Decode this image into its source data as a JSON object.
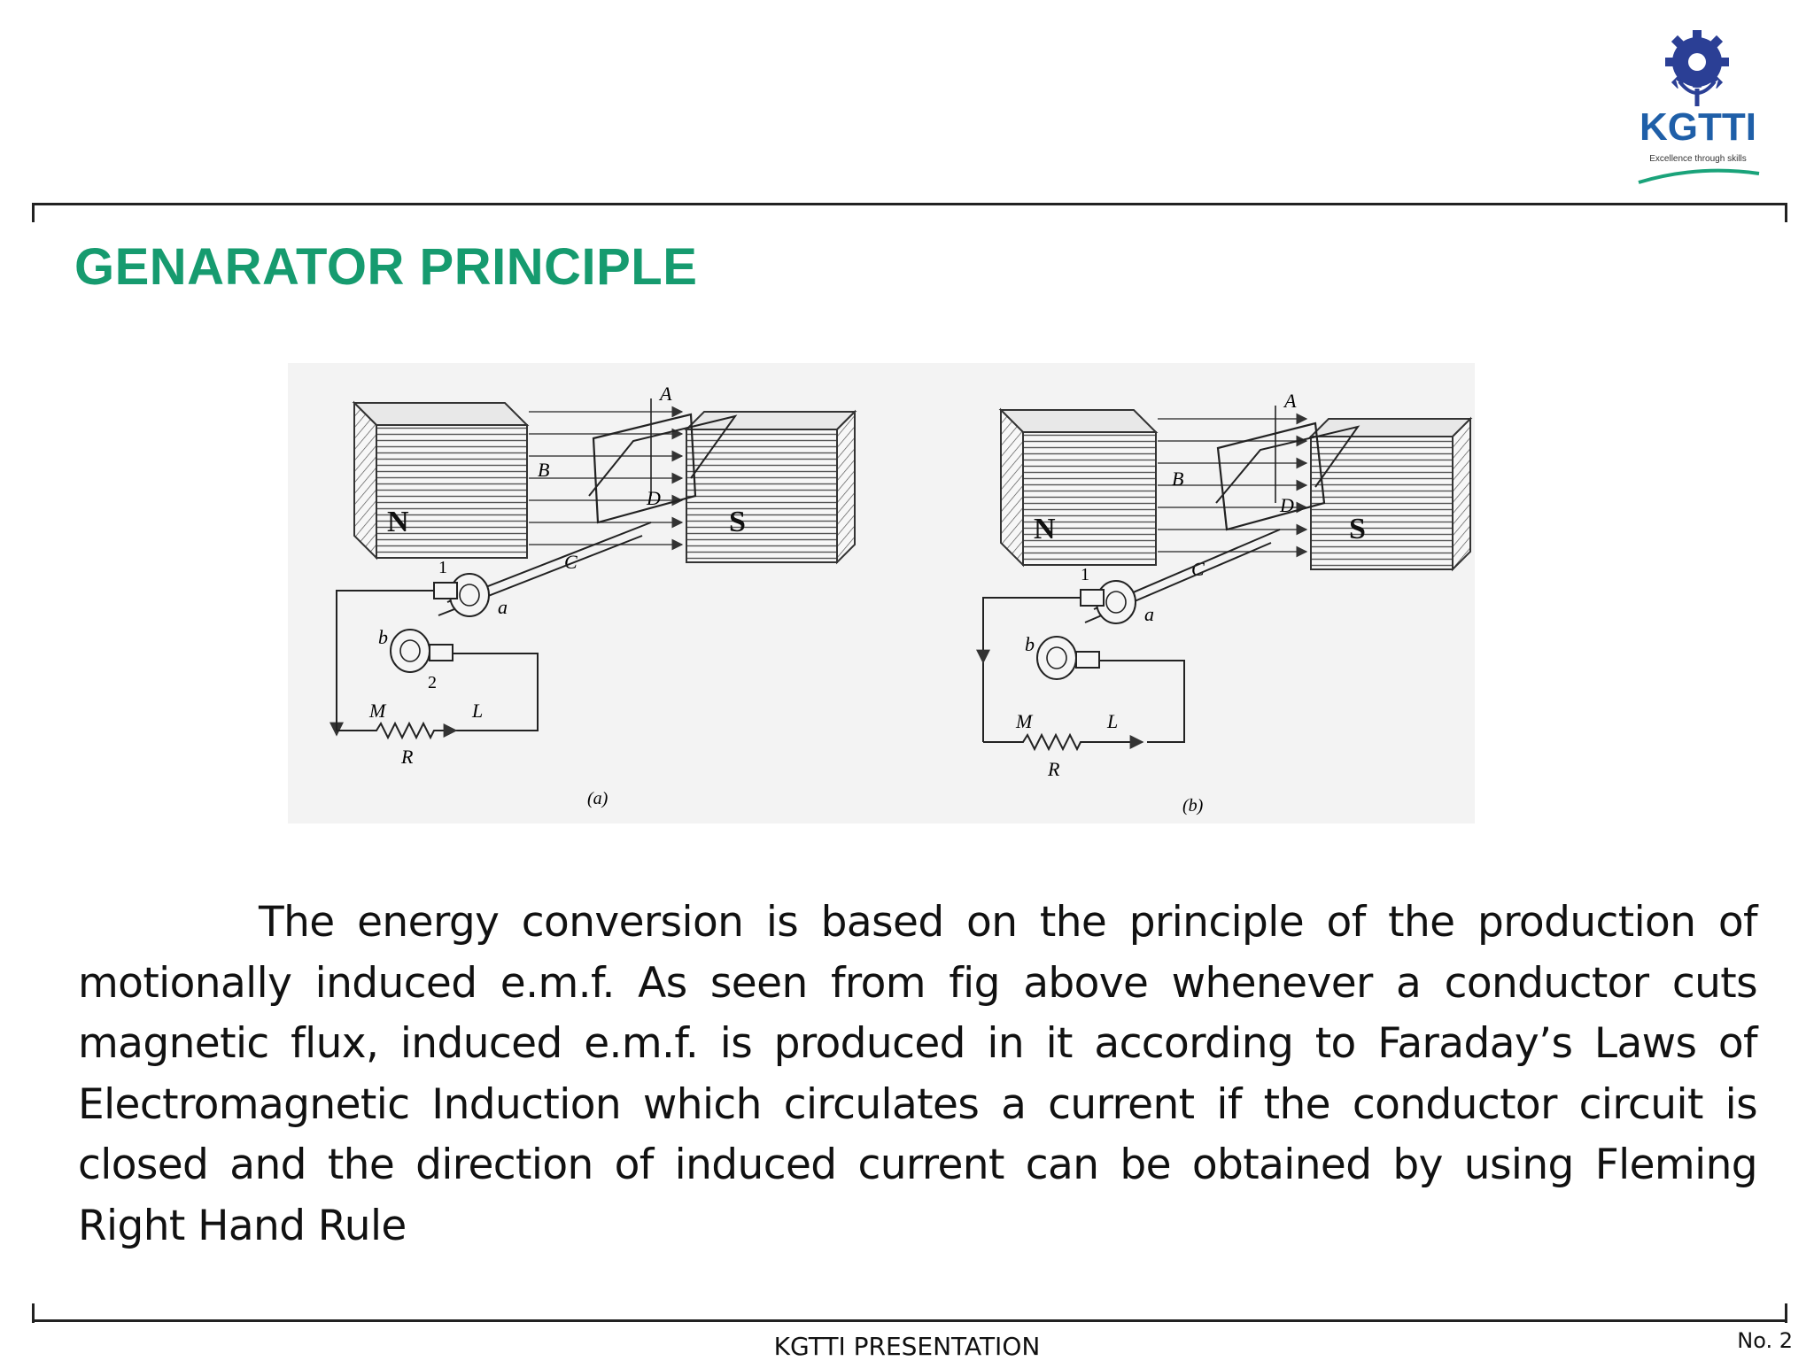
{
  "slide": {
    "title": "GENARATOR PRINCIPLE",
    "body": "The energy conversion is based on the principle of the production of motionally induced e.m.f. As seen from fig above whenever a conductor cuts magnetic flux, induced e.m.f. is produced in it according to Faraday’s Laws of Electromagnetic Induction which circulates a current if the conductor circuit is closed and the direction of induced current can be obtained by using Fleming Right Hand Rule"
  },
  "logo": {
    "text": "KGTTI",
    "tagline": "Excellence through skills",
    "colors": {
      "primary": "#2b3f95",
      "accent": "#1aa37a"
    }
  },
  "figure": {
    "panels": [
      {
        "caption": "(a)",
        "pole_north": "N",
        "pole_south": "S",
        "labels": {
          "a": "A",
          "b": "B",
          "c": "C",
          "d": "D",
          "n1": "1",
          "n2": "2",
          "ring_a": "a",
          "ring_b": "b",
          "m": "M",
          "l": "L",
          "r": "R"
        }
      },
      {
        "caption": "(b)",
        "pole_north": "N",
        "pole_south": "S",
        "labels": {
          "a": "A",
          "b": "B",
          "c": "C",
          "d": "D",
          "n1": "1",
          "ring_a": "a",
          "ring_b": "b",
          "m": "M",
          "l": "L",
          "r": "R"
        }
      }
    ]
  },
  "footer": {
    "text": "KGTTI PRESENTATION",
    "slide_number": "No. 2"
  },
  "colors": {
    "title": "#169b6f",
    "rule": "#222222",
    "text": "#111111"
  }
}
